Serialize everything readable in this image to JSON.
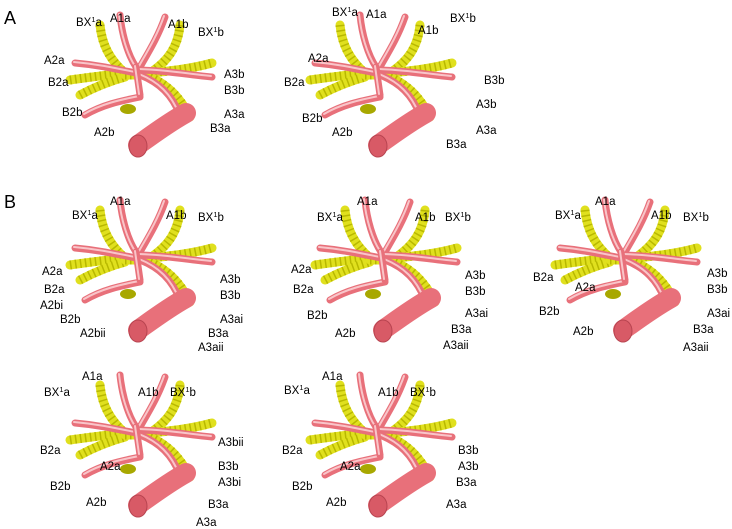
{
  "figure": {
    "panels": [
      {
        "letter": "A",
        "diagrams": [
          {
            "labels": [
              {
                "text": "BX",
                "sup": "1",
                "suffix": "a"
              },
              {
                "text": "A1a"
              },
              {
                "text": "A1b"
              },
              {
                "text": "BX",
                "sup": "1",
                "suffix": "b"
              },
              {
                "text": "A2a"
              },
              {
                "text": "B2a"
              },
              {
                "text": "B2b"
              },
              {
                "text": "A2b"
              },
              {
                "text": "A3b"
              },
              {
                "text": "B3b"
              },
              {
                "text": "A3a"
              },
              {
                "text": "B3a"
              }
            ]
          },
          {
            "labels": [
              {
                "text": "BX",
                "sup": "1",
                "suffix": "a"
              },
              {
                "text": "A1a"
              },
              {
                "text": "A1b"
              },
              {
                "text": "BX",
                "sup": "1",
                "suffix": "b"
              },
              {
                "text": "A2a"
              },
              {
                "text": "B2a"
              },
              {
                "text": "B2b"
              },
              {
                "text": "A2b"
              },
              {
                "text": "B3b"
              },
              {
                "text": "A3b"
              },
              {
                "text": "A3a"
              },
              {
                "text": "B3a"
              }
            ]
          }
        ]
      },
      {
        "letter": "B",
        "diagrams": [
          {
            "labels": [
              {
                "text": "BX",
                "sup": "1",
                "suffix": "a"
              },
              {
                "text": "A1a"
              },
              {
                "text": "A1b"
              },
              {
                "text": "BX",
                "sup": "1",
                "suffix": "b"
              },
              {
                "text": "A2a"
              },
              {
                "text": "B2a"
              },
              {
                "text": "A2bi"
              },
              {
                "text": "B2b"
              },
              {
                "text": "A2bii"
              },
              {
                "text": "A3b"
              },
              {
                "text": "B3b"
              },
              {
                "text": "A3ai"
              },
              {
                "text": "B3a"
              },
              {
                "text": "A3aii"
              }
            ]
          },
          {
            "labels": [
              {
                "text": "BX",
                "sup": "1",
                "suffix": "a"
              },
              {
                "text": "A1a"
              },
              {
                "text": "A1b"
              },
              {
                "text": "BX",
                "sup": "1",
                "suffix": "b"
              },
              {
                "text": "A2a"
              },
              {
                "text": "B2a"
              },
              {
                "text": "B2b"
              },
              {
                "text": "A2b"
              },
              {
                "text": "A3b"
              },
              {
                "text": "B3b"
              },
              {
                "text": "A3ai"
              },
              {
                "text": "B3a"
              },
              {
                "text": "A3aii"
              }
            ]
          },
          {
            "labels": [
              {
                "text": "BX",
                "sup": "1",
                "suffix": "a"
              },
              {
                "text": "A1a"
              },
              {
                "text": "A1b"
              },
              {
                "text": "BX",
                "sup": "1",
                "suffix": "b"
              },
              {
                "text": "B2a"
              },
              {
                "text": "A2a"
              },
              {
                "text": "B2b"
              },
              {
                "text": "A2b"
              },
              {
                "text": "A3b"
              },
              {
                "text": "B3b"
              },
              {
                "text": "A3ai"
              },
              {
                "text": "B3a"
              },
              {
                "text": "A3aii"
              }
            ]
          },
          {
            "labels": [
              {
                "text": "BX",
                "sup": "1",
                "suffix": "a"
              },
              {
                "text": "A1a"
              },
              {
                "text": "A1b"
              },
              {
                "text": "BX",
                "sup": "1",
                "suffix": "b"
              },
              {
                "text": "B2a"
              },
              {
                "text": "A2a"
              },
              {
                "text": "B2b"
              },
              {
                "text": "A2b"
              },
              {
                "text": "A3bii"
              },
              {
                "text": "B3b"
              },
              {
                "text": "A3bi"
              },
              {
                "text": "B3a"
              },
              {
                "text": "A3a"
              }
            ]
          },
          {
            "labels": [
              {
                "text": "BX",
                "sup": "1",
                "suffix": "a"
              },
              {
                "text": "A1a"
              },
              {
                "text": "A1b"
              },
              {
                "text": "BX",
                "sup": "1",
                "suffix": "b"
              },
              {
                "text": "B2a"
              },
              {
                "text": "A2a"
              },
              {
                "text": "B2b"
              },
              {
                "text": "A2b"
              },
              {
                "text": "B3b"
              },
              {
                "text": "A3b"
              },
              {
                "text": "B3a"
              },
              {
                "text": "A3a"
              }
            ]
          }
        ]
      }
    ],
    "colors": {
      "artery": "#e8707a",
      "artery_highlight": "#f9c5c9",
      "bronchus": "#e0e01e",
      "bronchus_stripe": "#b8b800",
      "vein_node": "#a8a800",
      "text": "#000000"
    }
  }
}
